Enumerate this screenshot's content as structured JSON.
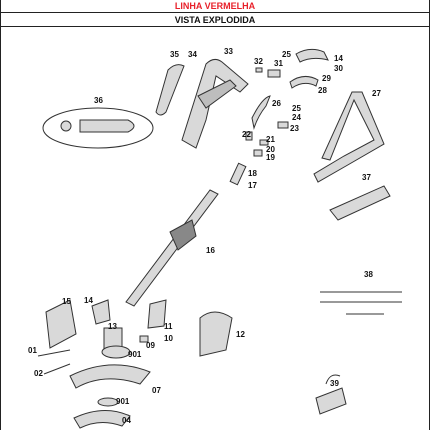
{
  "header": {
    "line_title": "LINHA VERMELHA",
    "view_title": "VISTA EXPLODIDA"
  },
  "colors": {
    "accent_red": "#e8202a",
    "part_fill": "#d9d9d9",
    "outline": "#333333"
  },
  "part_numbers": {
    "p35": "35",
    "p34": "34",
    "p33": "33",
    "p32": "32",
    "p31": "31",
    "p25a": "25",
    "p14a": "14",
    "p30": "30",
    "p29": "29",
    "p28": "28",
    "p27": "27",
    "p36": "36",
    "p26": "26",
    "p24": "24",
    "p25b": "25",
    "p23": "23",
    "p22": "22",
    "p21": "21",
    "p20": "20",
    "p19": "19",
    "p18": "18",
    "p17": "17",
    "p37": "37",
    "p16": "16",
    "p38": "38",
    "p15": "15",
    "p14b": "14",
    "p13": "13",
    "p11": "11",
    "p12": "12",
    "p09": "09",
    "p10": "10",
    "p01": "01",
    "p02": "02",
    "p901a": "901",
    "p07": "07",
    "p901b": "901",
    "p04": "04",
    "p39": "39"
  }
}
